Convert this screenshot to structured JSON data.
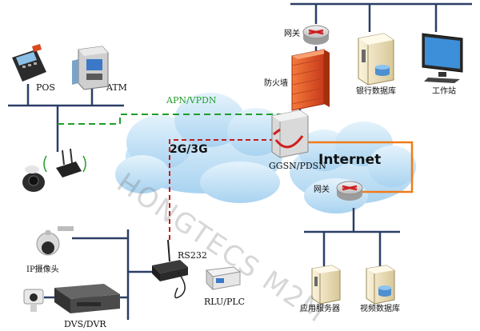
{
  "labels": {
    "pos": "POS",
    "atm": "ATM",
    "apn_vpdn": "APN/VPDN",
    "net_2g3g": "2G/3G",
    "ggsn_pdsn": "GGSN/PDSN",
    "internet": "Internet",
    "gateway_top": "网关",
    "firewall": "防火墙",
    "bank_db": "银行数据库",
    "workstation": "工作站",
    "gateway_bottom": "网关",
    "rs232": "RS232",
    "rlu_plc": "RLU/PLC",
    "ip_camera": "IP摄像头",
    "dvs_dvr": "DVS/DVR",
    "app_server": "应用服务器",
    "video_db": "视频数据库"
  },
  "watermark": "HONGTECS M2M",
  "colors": {
    "apn_line": "#1f9e2c",
    "modem_line": "#c41a1a",
    "internet_line": "#f07b1a",
    "bus_line": "#2c3e66",
    "cloud": "#c6e3f7",
    "firewall": "#e8542a"
  }
}
